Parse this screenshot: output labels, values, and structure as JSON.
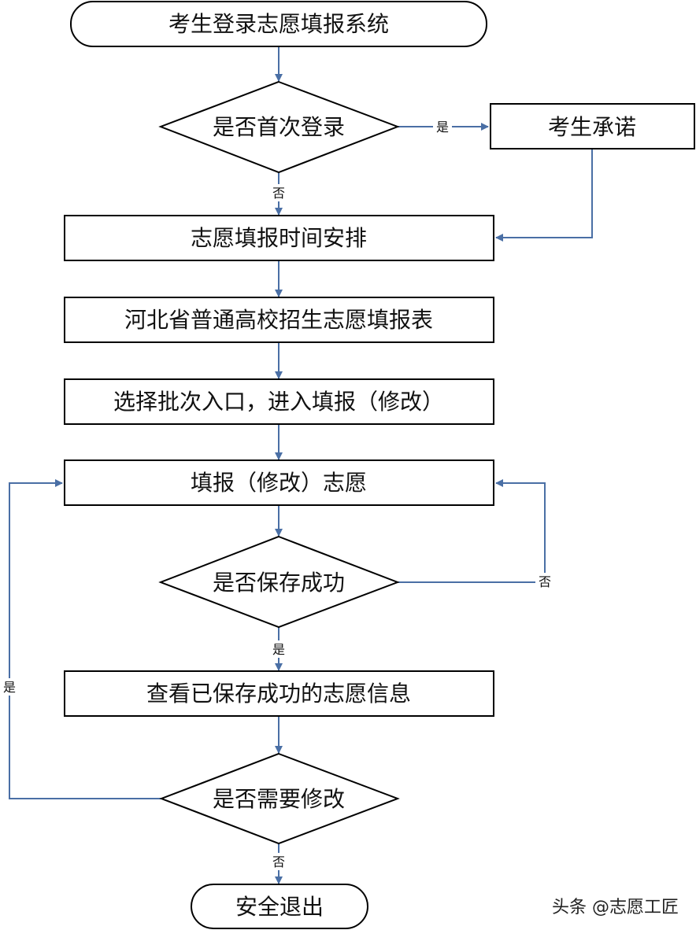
{
  "nodes": {
    "start": "考生登录志愿填报系统",
    "first_login_q": "是否首次登录",
    "pledge": "考生承诺",
    "schedule": "志愿填报时间安排",
    "form": "河北省普通高校招生志愿填报表",
    "select_batch": "选择批次入口，进入填报（修改）",
    "fill_modify": "填报（修改）志愿",
    "save_ok_q": "是否保存成功",
    "view_saved": "查看已保存成功的志愿信息",
    "need_modify_q": "是否需要修改",
    "exit": "安全退出"
  },
  "edge_labels": {
    "yes": "是",
    "no": "否"
  },
  "watermark": "头条 @志愿工匠",
  "colors": {
    "arrow": "#4a6fa5",
    "border": "#000000"
  }
}
